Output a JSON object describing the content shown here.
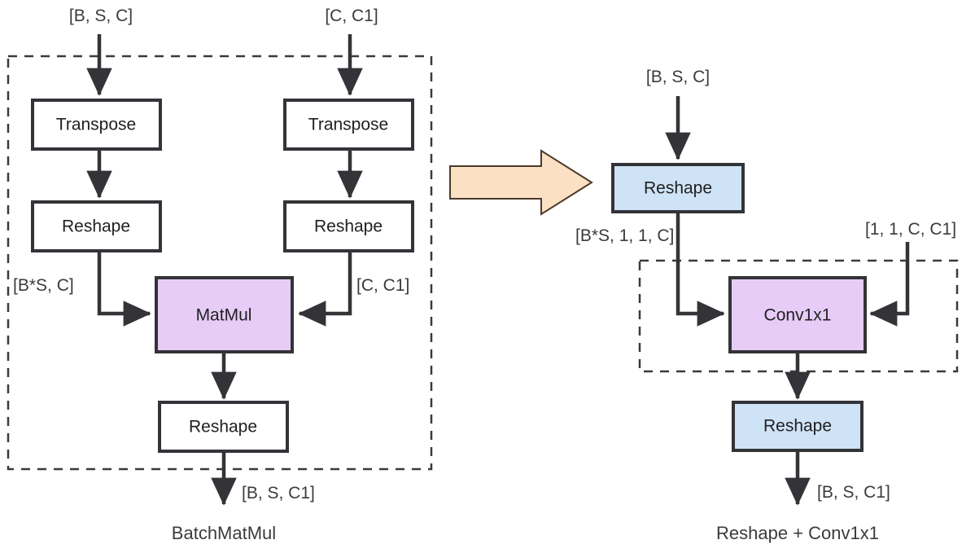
{
  "diagram": {
    "title_left": "BatchMatMul",
    "title_right": "Reshape + Conv1x1",
    "colors": {
      "purple_fill": "#e6ccf7",
      "blue_fill": "#cfe3f7",
      "white_fill": "#ffffff",
      "node_stroke": "#333338",
      "text": "#212121",
      "orange_fill": "#fbe0c4",
      "orange_stroke": "#4a3a2a",
      "group_stroke": "#3a3a3a"
    },
    "left_panel": {
      "caption": "BatchMatMul",
      "inputs": [
        {
          "label": "[B, S, C]"
        },
        {
          "label": "[C, C1]"
        }
      ],
      "nodes": [
        {
          "id": "transpose-left",
          "label": "Transpose",
          "fill": "white"
        },
        {
          "id": "transpose-right",
          "label": "Transpose",
          "fill": "white"
        },
        {
          "id": "reshape-left",
          "label": "Reshape",
          "fill": "white"
        },
        {
          "id": "reshape-right",
          "label": "Reshape",
          "fill": "white"
        },
        {
          "id": "matmul",
          "label": "MatMul",
          "fill": "purple"
        },
        {
          "id": "reshape-out",
          "label": "Reshape",
          "fill": "white"
        }
      ],
      "edge_labels": [
        {
          "id": "bs-c",
          "label": "[B*S, C]"
        },
        {
          "id": "c-c1",
          "label": "[C, C1]"
        },
        {
          "id": "out",
          "label": "[B, S, C1]"
        }
      ]
    },
    "transition": {
      "icon": "right-arrow-icon"
    },
    "right_panel": {
      "caption": "Reshape + Conv1x1",
      "inputs": [
        {
          "label": "[B, S, C]"
        }
      ],
      "nodes": [
        {
          "id": "reshape-in",
          "label": "Reshape",
          "fill": "blue"
        },
        {
          "id": "conv1x1",
          "label": "Conv1x1",
          "fill": "purple"
        },
        {
          "id": "reshape-out-right",
          "label": "Reshape",
          "fill": "blue"
        }
      ],
      "edge_labels": [
        {
          "id": "bs-1-1-c",
          "label": "[B*S, 1, 1, C]"
        },
        {
          "id": "w-1-1-c-c1",
          "label": "[1, 1, C, C1]"
        },
        {
          "id": "out-right",
          "label": "[B, S, C1]"
        }
      ]
    }
  }
}
